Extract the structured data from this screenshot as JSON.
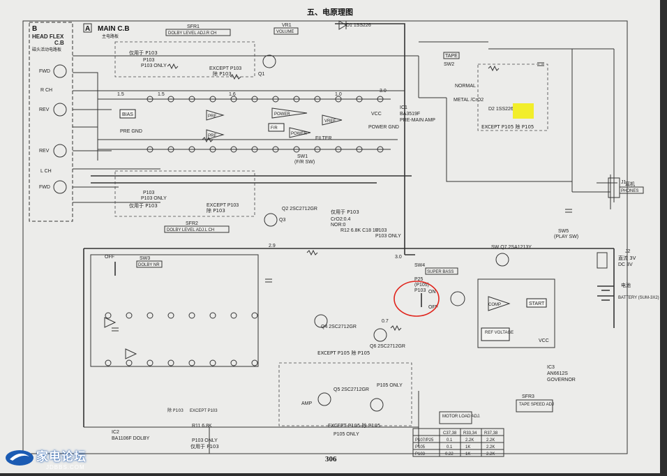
{
  "title": "五、电原理图",
  "page_number": "306",
  "watermark": {
    "cn": "家电论坛",
    "en": "JDBBS.COM"
  },
  "highlight_colors": {
    "sticker": "#f2ee2a",
    "circle": "#e0231b"
  },
  "blocks": {
    "head_flex": {
      "tag": "B",
      "name": "HEAD FLEX",
      "sub": "C.B",
      "cn": "磁头活动电路板"
    },
    "main_cb": {
      "tag": "A",
      "name": "MAIN C.B",
      "cn": "主电路板"
    },
    "ic1": {
      "ref": "IC1",
      "part": "BA3519F",
      "desc": "PRE-MAIN AMP"
    },
    "ic2": {
      "ref": "IC2",
      "part": "BA1106F DOLBY"
    },
    "ic3": {
      "ref": "IC3",
      "part": "AN6612S",
      "desc": "GOVERNOR"
    },
    "ic1_blocks": [
      "BIAS",
      "PRE",
      "PRE",
      "POWER",
      "POWER",
      "VREF",
      "F/R",
      "FILTER",
      "POWER GND",
      "VCC",
      "PRE GND"
    ],
    "ic3_blocks": [
      "COMP",
      "START",
      "REF VOLTAGE",
      "VCC"
    ]
  },
  "labels": {
    "sfr1": "SFR1",
    "dolby_r": "DOLBY LEVEL ADJ.R CH",
    "sfr2": "SFR2",
    "dolby_l": "DOLBY LEVEL ADJ.L CH",
    "vr1": "VR1",
    "volume": "VOLUME",
    "for_p103": "仅用于 P103",
    "p103": "P103",
    "p103_only": "P103 ONLY",
    "except_p103": "EXCEPT P103",
    "except_p103_cn": "除 P103",
    "except_p105_cn": "EXCEPT P105 除 P105",
    "fwd": "FWD",
    "rev": "REV",
    "rch": "R CH",
    "lch": "L CH",
    "tape": "TAPE",
    "normal": "NORMAL",
    "metal": "METAL /CrO2",
    "sw2": "SW2",
    "phones": "PHONES",
    "phones_cn": "耳机",
    "j1": "J1",
    "j2": "J2",
    "dc3v": "直流 3V",
    "dc3v_en": "DC 3V",
    "battery_cn": "电池",
    "battery": "BATTERY (SUM-3X2)",
    "sw5": "SW5",
    "play_sw": "(PLAY SW)",
    "sw4": "SW4",
    "super_bass": "SUPER BASS",
    "p25": "P25",
    "p105": "(P105)",
    "on": "ON",
    "off": "OFF",
    "sw3": "SW3",
    "dolby_nr": "DOLBY NR",
    "sw1": "SW1",
    "fr_sw": "(F/R SW)",
    "sfr3": "SFR3",
    "tape_speed": "TAPE SPEED ADJ",
    "motor_load": "MOTOR LOAD ADJ.",
    "q1": "Q1",
    "q2": "Q2 2SC2712GR",
    "q3": "Q3",
    "q4": "Q4 2SC2712GR",
    "q5": "Q5 2SC2712GR",
    "q6": "Q6 2SC2712GR",
    "q7": "SW Q7 2SA1213Y",
    "d1": "D1 1SS226",
    "d2": "D2 1SS226",
    "cro2": "CrO2:0.4",
    "nor": "NOR:0",
    "amp": "AMP",
    "v30": "3.0",
    "v29": "2.9",
    "v15": "1.5",
    "v16": "1.6",
    "v10": "1.0",
    "v07": "0.7",
    "except_p105": "EXCEPT P105 除 P105",
    "p105_only": "P105 ONLY",
    "p103_only_cn": "仅用于 P103",
    "r12": "R12 6.8K C18 1U",
    "r11": "R11 6.8K",
    "c18": "C18 1U"
  },
  "table": {
    "headers": [
      "",
      "C37,38",
      "R33,34",
      "R37,38"
    ],
    "rows": [
      [
        "P107/P25",
        "0.1",
        "2.2K",
        "2.2K"
      ],
      [
        "P105",
        "0.1",
        "1K",
        "2.2K"
      ],
      [
        "P103",
        "0.22",
        "1K",
        "2.2K"
      ]
    ]
  }
}
